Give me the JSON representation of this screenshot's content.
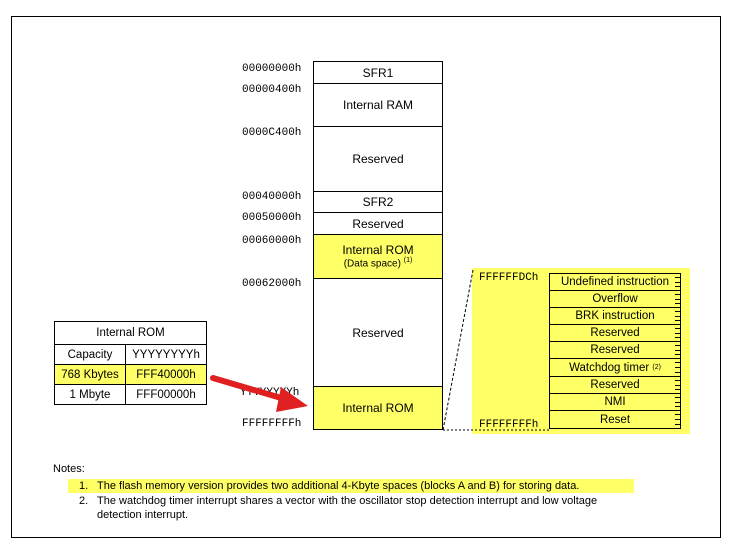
{
  "memory_map": {
    "addresses": [
      "00000000h",
      "00000400h",
      "0000C400h",
      "00040000h",
      "00050000h",
      "00060000h",
      "00062000h",
      "YYYYYYYYh",
      "FFFFFFFFh"
    ],
    "regions": [
      {
        "label": "SFR1",
        "highlight": false
      },
      {
        "label": "Internal RAM",
        "highlight": false
      },
      {
        "label": "Reserved",
        "highlight": false
      },
      {
        "label": "SFR2",
        "highlight": false
      },
      {
        "label": "Reserved",
        "highlight": false
      },
      {
        "label": "Internal ROM",
        "sublabel": "(Data space)",
        "note_ref": "(1)",
        "highlight": true
      },
      {
        "label": "Reserved",
        "highlight": false
      },
      {
        "label": "Internal ROM",
        "highlight": true
      }
    ]
  },
  "vector_table": {
    "start_address": "FFFFFFDCh",
    "end_address": "FFFFFFFFh",
    "entries": [
      "Undefined instruction",
      "Overflow",
      "BRK instruction",
      "Reserved",
      "Reserved",
      "Watchdog timer",
      "Reserved",
      "NMI",
      "Reset"
    ],
    "watchdog_note_ref": "(2)",
    "highlight_color": "#ffff66"
  },
  "rom_table": {
    "title": "Internal ROM",
    "headers": [
      "Capacity",
      "YYYYYYYYh"
    ],
    "rows": [
      [
        "768 Kbytes",
        "FFF40000h"
      ],
      [
        "1 Mbyte",
        "FFF00000h"
      ]
    ],
    "highlighted_row": 0
  },
  "notes": {
    "heading": "Notes:",
    "items": [
      {
        "num": "1.",
        "text": "The flash memory version provides two additional 4-Kbyte spaces (blocks A and B) for storing data."
      },
      {
        "num": "2.",
        "text_line1": "The watchdog timer interrupt shares a vector with the oscillator stop detection interrupt and low voltage",
        "text_line2": "detection interrupt."
      }
    ]
  },
  "colors": {
    "highlight": "#ffff66",
    "arrow": "#e02020"
  }
}
